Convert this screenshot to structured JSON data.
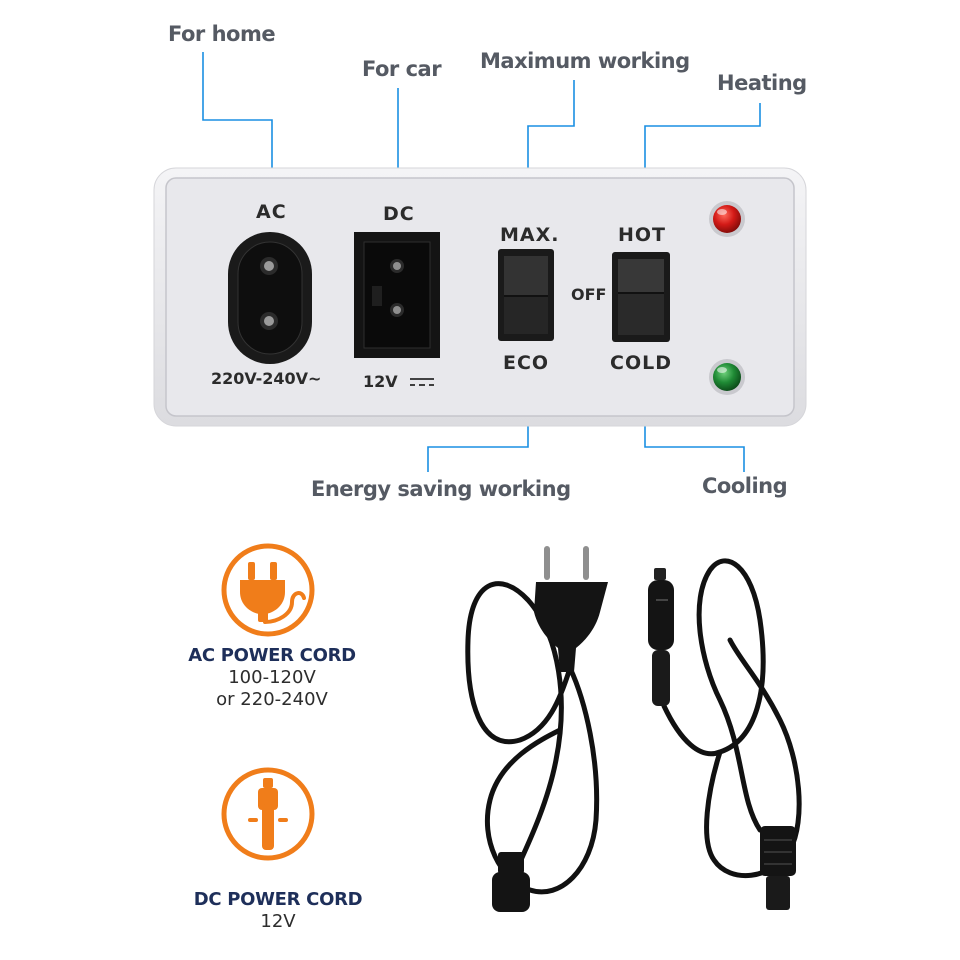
{
  "callouts": {
    "for_home": "For home",
    "for_car": "For car",
    "maximum_working": "Maximum working",
    "heating": "Heating",
    "energy_saving": "Energy saving working",
    "cooling": "Cooling"
  },
  "panel": {
    "ac_label": "AC",
    "ac_voltage": "220V-240V~",
    "dc_label": "DC",
    "dc_voltage": "12V",
    "max_label": "MAX.",
    "eco_label": "ECO",
    "hot_label": "HOT",
    "off_label": "OFF",
    "cold_label": "COLD"
  },
  "cords": {
    "ac_title": "AC POWER CORD",
    "ac_line1": "100-120V",
    "ac_line2": "or 220-240V",
    "dc_title": "DC POWER CORD",
    "dc_line1": "12V"
  },
  "colors": {
    "callout_line": "#1a8fe3",
    "accent_orange": "#f07d1a",
    "cord_title": "#1e2f5a",
    "led_red": "#d31a17",
    "led_green": "#1f8a35"
  },
  "icons": {
    "ac_icon": "plug-icon",
    "dc_icon": "car-charger-icon"
  }
}
